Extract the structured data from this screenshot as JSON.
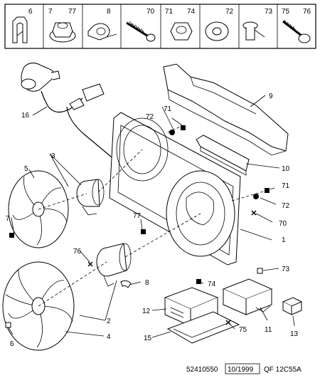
{
  "hardware_strip": [
    {
      "labels": [
        "6"
      ],
      "icon": "spring-clip-icon"
    },
    {
      "labels": [
        "7",
        "77"
      ],
      "icon": "flange-nut-icon"
    },
    {
      "labels": [
        "8"
      ],
      "icon": "cable-clip-icon"
    },
    {
      "labels": [
        "70"
      ],
      "icon": "screw-icon"
    },
    {
      "labels": [
        "71",
        "74"
      ],
      "icon": "hex-nut-icon"
    },
    {
      "labels": [
        "72"
      ],
      "icon": "washer-icon"
    },
    {
      "labels": [
        "73"
      ],
      "icon": "rivet-icon"
    },
    {
      "labels": [
        "75",
        "76"
      ],
      "icon": "flange-bolt-icon"
    }
  ],
  "callouts": {
    "c1": "1",
    "c2": "2",
    "c3": "3",
    "c4": "4",
    "c5": "5",
    "c6": "6",
    "c7": "7",
    "c8": "8",
    "c9": "9",
    "c10": "10",
    "c11": "11",
    "c12": "12",
    "c13": "13",
    "c15": "15",
    "c16": "16",
    "c70": "70",
    "c71a": "71",
    "c71b": "71",
    "c72a": "72",
    "c72b": "72",
    "c73": "73",
    "c74": "74",
    "c75": "75",
    "c76": "76",
    "c77": "77"
  },
  "footer": {
    "ref": "52410550",
    "date": "10/1999",
    "code": "QF 12C55A"
  }
}
